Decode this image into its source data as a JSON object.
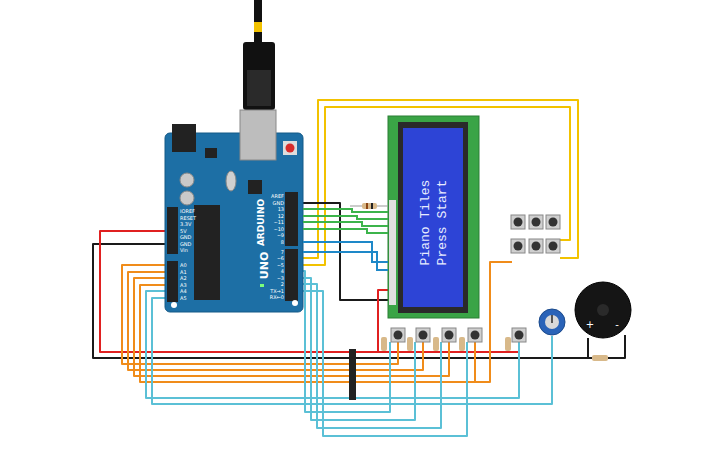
{
  "diagram": {
    "nodes": [
      {
        "text": [
          "ARDUINO",
          "UNO"
        ]
      },
      {
        "text": [
          "Piano Tiles",
          "Press Start"
        ]
      }
    ],
    "edges": [
      {
        "from": 0,
        "to": 1,
        "arrow": "none"
      },
      {
        "from": 0,
        "to": 1,
        "arrow": "none"
      },
      {
        "from": 0,
        "to": 1,
        "arrow": "none"
      },
      {
        "from": 0,
        "to": 1,
        "arrow": "none"
      },
      {
        "from": 0,
        "to": 1,
        "arrow": "none"
      },
      {
        "from": 0,
        "to": 1,
        "arrow": "none"
      }
    ],
    "labels": [
      "AREF",
      "GND",
      "13",
      "12",
      "~11",
      "~10",
      "~9",
      "8",
      "7",
      "~6",
      "~5",
      "4",
      "~3",
      "2",
      "TX→1",
      "RX←0",
      "IOREF",
      "RESET",
      "3.3V",
      "5V",
      "GND",
      "GND",
      "Vin",
      "A0",
      "A1",
      "A2",
      "A3",
      "A4",
      "A5",
      "+",
      "-"
    ]
  }
}
